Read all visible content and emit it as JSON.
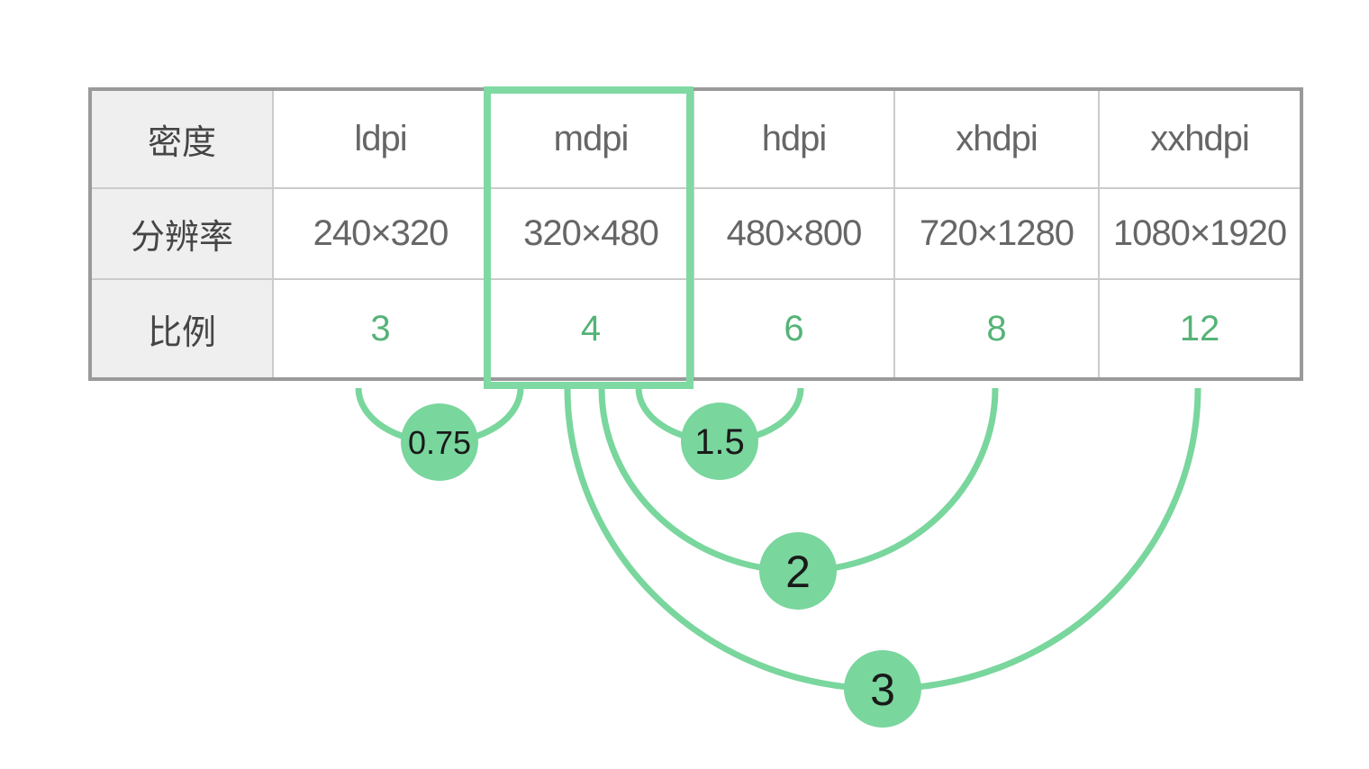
{
  "table": {
    "row_labels": [
      "密度",
      "分辨率",
      "比例"
    ],
    "densities": [
      "ldpi",
      "mdpi",
      "hdpi",
      "xhdpi",
      "xxhdpi"
    ],
    "resolutions": [
      "240×320",
      "320×480",
      "480×800",
      "720×1280",
      "1080×1920"
    ],
    "ratios": [
      "3",
      "4",
      "6",
      "8",
      "12"
    ],
    "highlighted_density": "mdpi"
  },
  "multipliers": [
    {
      "label": "0.75",
      "from": "mdpi",
      "to": "ldpi"
    },
    {
      "label": "1.5",
      "from": "mdpi",
      "to": "hdpi"
    },
    {
      "label": "2",
      "from": "mdpi",
      "to": "xhdpi"
    },
    {
      "label": "3",
      "from": "mdpi",
      "to": "xxhdpi"
    }
  ],
  "colors": {
    "accent_green": "#79d69d",
    "highlight_border_green": "#7fd9a2",
    "ratio_text_green": "#55b377",
    "table_outer_border": "#9a9a9a",
    "table_grid_line": "#cbcbcb",
    "header_cell_bg": "#efefef",
    "label_text": "#454545",
    "value_text": "#666666",
    "badge_text": "#1a1a1a",
    "background": "#ffffff"
  }
}
